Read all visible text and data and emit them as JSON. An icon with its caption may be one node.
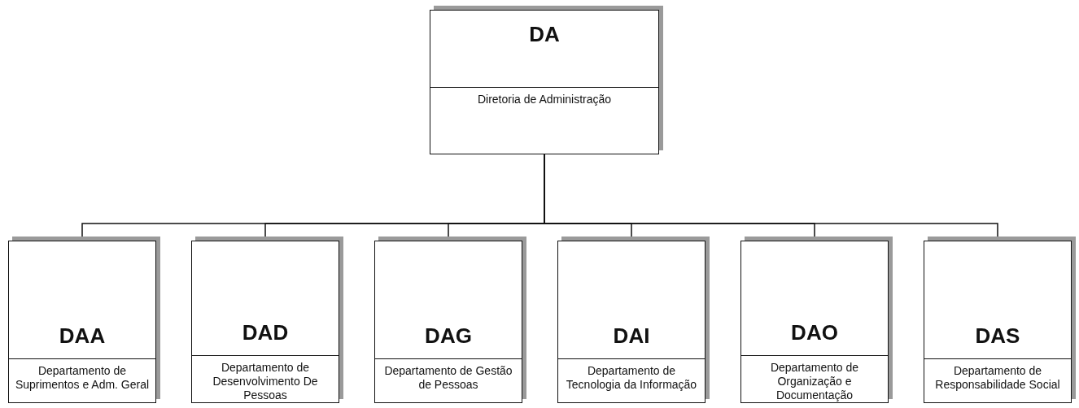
{
  "diagram": {
    "nodes": [
      {
        "text": [
          "DA",
          "Diretoria de Administração"
        ]
      },
      {
        "text": [
          "DAA",
          "Departamento de Suprimentos e Adm. Geral"
        ]
      },
      {
        "text": [
          "DAD",
          "Departamento de Desenvolvimento De Pessoas"
        ]
      },
      {
        "text": [
          "DAG",
          "Departamento de Gestão de Pessoas"
        ]
      },
      {
        "text": [
          "DAI",
          "Departamento de Tecnologia da Informação"
        ]
      },
      {
        "text": [
          "DAO",
          "Departamento de Organização e Documentação"
        ]
      },
      {
        "text": [
          "DAS",
          "Departamento de Responsabilidade Social"
        ]
      }
    ],
    "edges": [
      {
        "from": 0,
        "to": 1,
        "arrow": "none"
      },
      {
        "from": 0,
        "to": 2,
        "arrow": "none"
      },
      {
        "from": 0,
        "to": 3,
        "arrow": "none"
      },
      {
        "from": 0,
        "to": 4,
        "arrow": "none"
      },
      {
        "from": 0,
        "to": 5,
        "arrow": "none"
      },
      {
        "from": 0,
        "to": 6,
        "arrow": "none"
      }
    ]
  }
}
